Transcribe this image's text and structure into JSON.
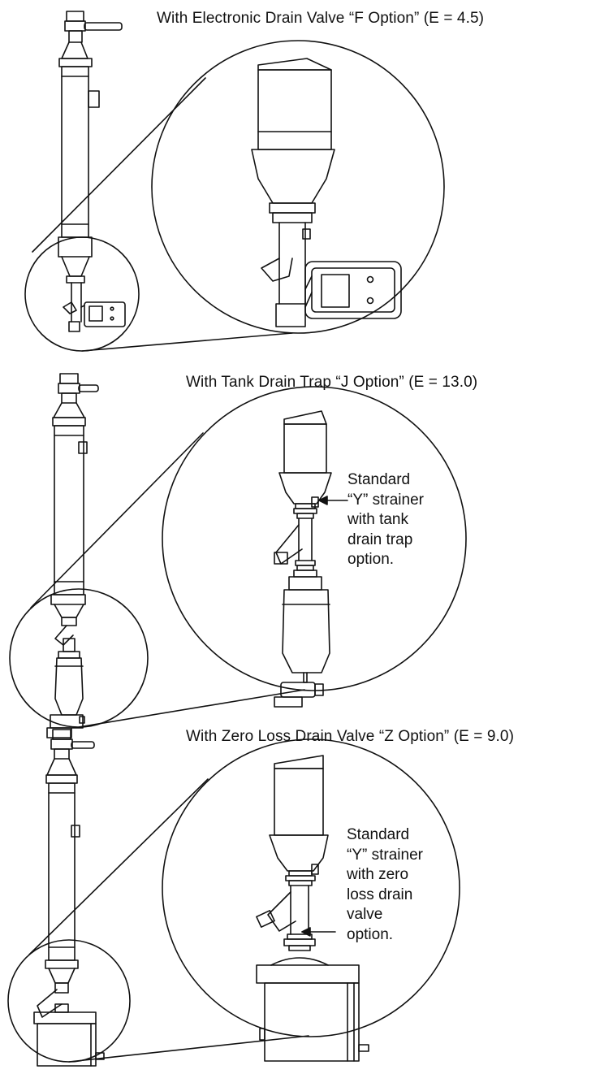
{
  "section_f": {
    "caption": "With Electronic Drain Valve “F Option”  (E = 4.5)"
  },
  "section_j": {
    "caption": "With Tank Drain Trap “J Option” (E = 13.0)",
    "note": [
      "Standard",
      "“Y” strainer",
      "with tank",
      "drain trap",
      "option."
    ]
  },
  "section_z": {
    "caption": "With Zero Loss Drain Valve “Z Option” (E = 9.0)",
    "note": [
      "Standard",
      "“Y” strainer",
      "with zero",
      "loss drain",
      "valve",
      "option."
    ]
  }
}
